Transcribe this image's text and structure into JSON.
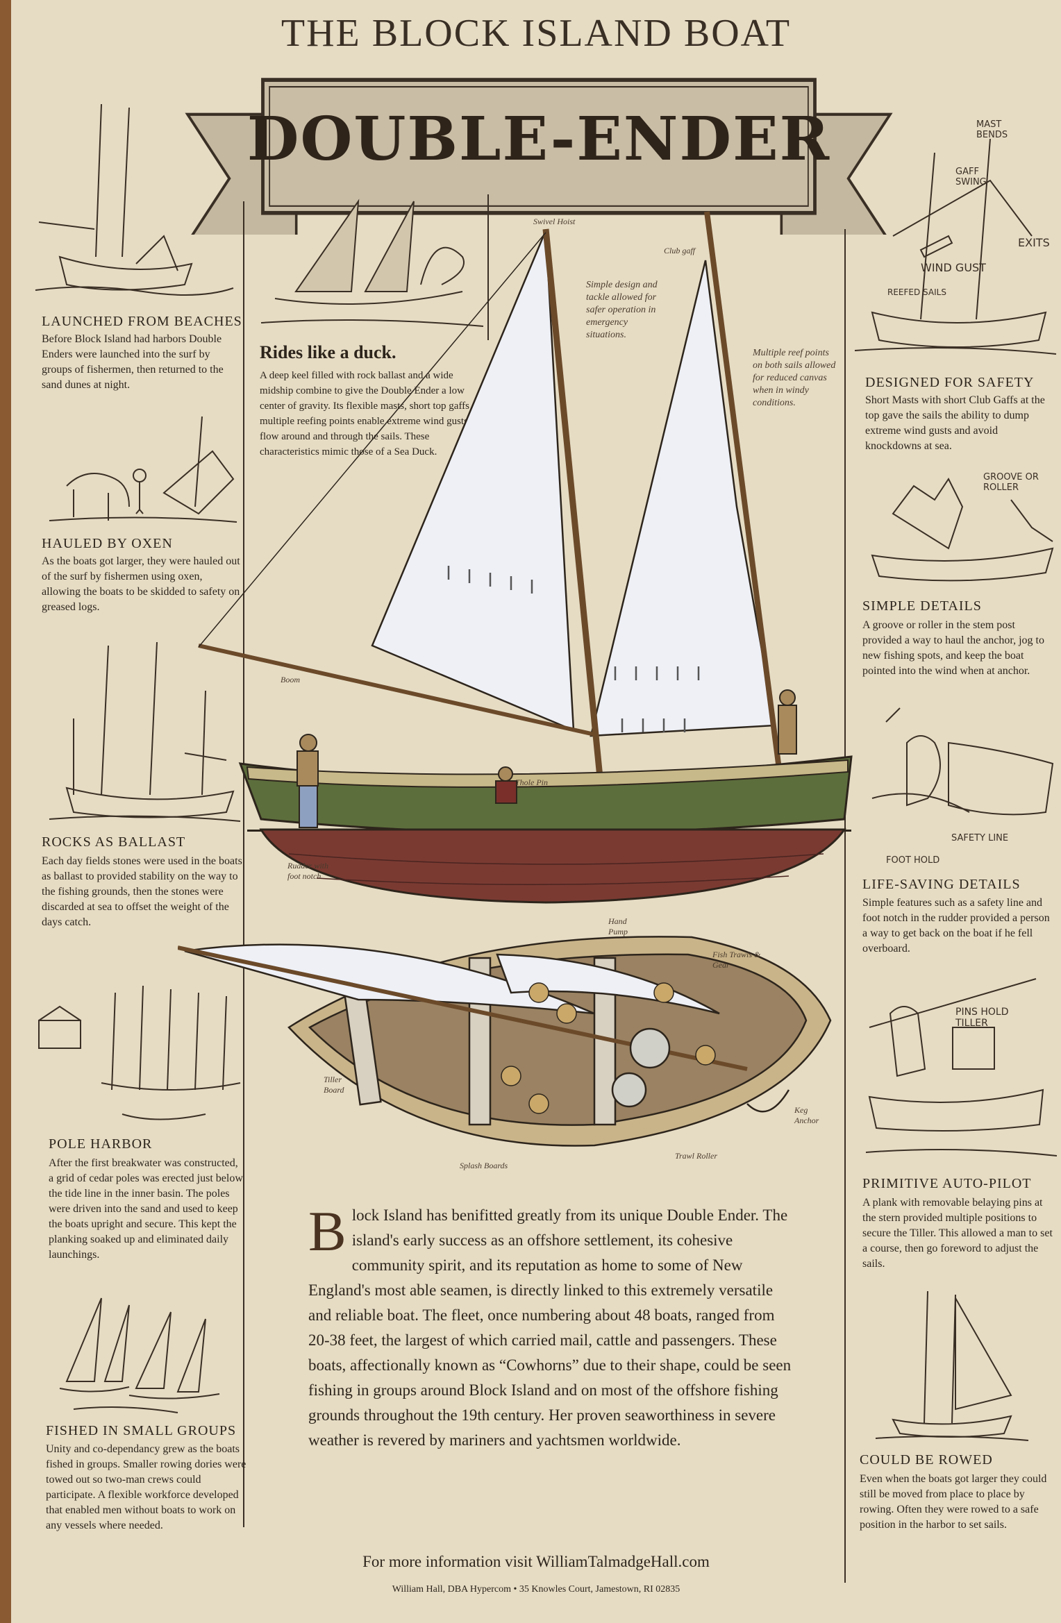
{
  "header": {
    "title": "THE BLOCK ISLAND BOAT",
    "banner": "DOUBLE-ENDER"
  },
  "left_sections": [
    {
      "heading": "LAUNCHED FROM BEACHES",
      "text": "Before Block Island had harbors Double Enders were launched into the surf by groups of fishermen, then returned to the sand dunes at night."
    },
    {
      "heading": "HAULED BY OXEN",
      "text": "As the boats got larger, they were hauled out of the surf by fishermen using oxen, allowing the boats to be skidded to safety on greased logs."
    },
    {
      "heading": "ROCKS AS BALLAST",
      "text": "Each day fields stones were used in the boats as ballast to provided stability on the way to the fishing grounds, then the stones were discarded at sea to offset the weight of the days catch."
    },
    {
      "heading": "POLE HARBOR",
      "text": "After the first breakwater was constructed, a grid of cedar poles was erected just below the tide line in the inner basin. The poles were driven into the sand and used to keep the boats upright and secure. This kept the planking soaked up and eliminated daily launchings."
    },
    {
      "heading": "FISHED IN SMALL GROUPS",
      "text": "Unity and co-dependancy grew as the boats fished in groups. Smaller rowing dories were towed out so two-man crews could participate. A flexible workforce developed that enabled men without boats to work on any vessels where needed."
    }
  ],
  "right_sections": [
    {
      "heading": "DESIGNED FOR SAFETY",
      "text": "Short Masts with short Club Gaffs at the top gave the sails the ability to dump extreme wind gusts and avoid knockdowns at sea."
    },
    {
      "heading": "SIMPLE DETAILS",
      "text": "A groove or roller in the stem post provided a way to haul the anchor, jog to new fishing spots, and keep the boat pointed into the wind when at anchor."
    },
    {
      "heading": "LIFE-SAVING DETAILS",
      "text": "Simple features such as a safety line and foot notch in the rudder provided a person a way to get back on the boat if he fell overboard."
    },
    {
      "heading": "PRIMITIVE AUTO-PILOT",
      "text": "A plank with removable belaying pins at the stern provided multiple positions to secure the Tiller. This allowed a man to set a course, then go foreword to adjust the sails."
    },
    {
      "heading": "COULD BE ROWED",
      "text": "Even when the boats got larger they could still be moved from place to place by rowing. Often they were rowed to a safe position in the harbor to set sails."
    }
  ],
  "rides": {
    "heading": "Rides like a duck.",
    "text": "A deep keel filled with rock ballast and a wide midship combine to give the Double Ender a low center of gravity. Its flexible masts, short top gaffs and multiple reefing points enable extreme wind gusts to flow around and through the sails. These characteristics mimic those of a Sea Duck."
  },
  "annotations": {
    "swivel_hoist": "Swivel Hoist",
    "club_gaff": "Club gaff",
    "simple_design": "Simple design and tackle allowed for safer operation in emergency situations.",
    "multiple_reef": "Multiple reef points on both sails allowed for reduced canvas when in windy conditions.",
    "boom": "Boom",
    "thole_pin": "Thole Pin",
    "rudder": "Rudder with foot notch",
    "hand_pump": "Hand Pump",
    "fish_trawls": "Fish Trawls & Gear",
    "tiller_board": "Tiller Board",
    "keg_anchor": "Keg Anchor",
    "splash_boards": "Splash Boards",
    "trawl_roller": "Trawl Roller"
  },
  "handwritten": {
    "mast_bends": "MAST BENDS",
    "gaff_swing": "GAFF SWING",
    "wind_gust": "WIND GUST",
    "exits": "EXITS",
    "reefed_sails": "REEFED SAILS",
    "groove_or_roller": "GROOVE OR ROLLER",
    "safety_line": "SAFETY LINE",
    "foot_hold": "FOOT HOLD",
    "pins_hold_tiller": "PINS HOLD TILLER"
  },
  "main": {
    "dropcap": "B",
    "text": "lock Island has benifitted greatly from its unique Double Ender. The island's early success as an offshore settlement, its cohesive community spirit, and its reputation as home to some of New England's most able seamen, is directly linked to this extremely versatile and reliable boat. The fleet, once numbering about 48 boats, ranged from 20-38 feet, the largest of which carried mail, cattle and passengers. These boats, affectionally known as “Cowhorns” due to their shape, could be seen fishing in groups around Block Island and on most of the offshore fishing grounds throughout the 19th century. Her proven seaworthiness in severe weather is revered by mariners and yachtsmen worldwide."
  },
  "footer": {
    "info": "For more information visit WilliamTalmadgeHall.com",
    "address": "William Hall, DBA Hypercom  •  35 Knowles Court, Jamestown, RI 02835"
  },
  "colors": {
    "parchment": "#e6dcc4",
    "banner": "#c9bda6",
    "ink": "#2d251c",
    "hull_green": "#5c6e3c",
    "hull_red": "#7a3a32",
    "sail": "#eef0f6"
  }
}
